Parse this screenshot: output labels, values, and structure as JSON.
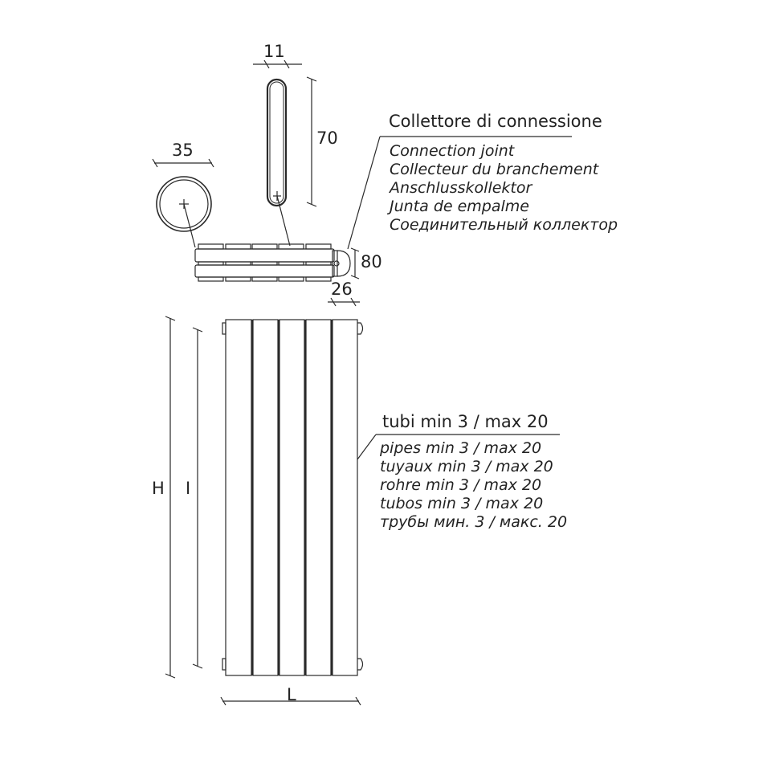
{
  "dimensions": {
    "oval_width": "11",
    "oval_height": "70",
    "round_diameter": "35",
    "collector_height": "80",
    "collector_depth": "26",
    "height_total": "H",
    "height_interaxis": "I",
    "length": "L"
  },
  "connection_label": {
    "title": "Collettore di connessione",
    "translations": [
      "Connection joint",
      "Collecteur du branchement",
      "Anschlusskollektor",
      "Junta de empalme",
      "Соединительный коллектор"
    ]
  },
  "tubes_label": {
    "title": "tubi min 3 / max 20",
    "translations": [
      "pipes min 3 / max 20",
      "tuyaux min 3 / max 20",
      "rohre min 3 / max 20",
      "tubos min 3 / max 20",
      "трубы мин. 3 / макс. 20"
    ]
  },
  "colors": {
    "line": "#2a2a2a",
    "background": "#ffffff"
  },
  "radiator": {
    "columns": 5
  }
}
